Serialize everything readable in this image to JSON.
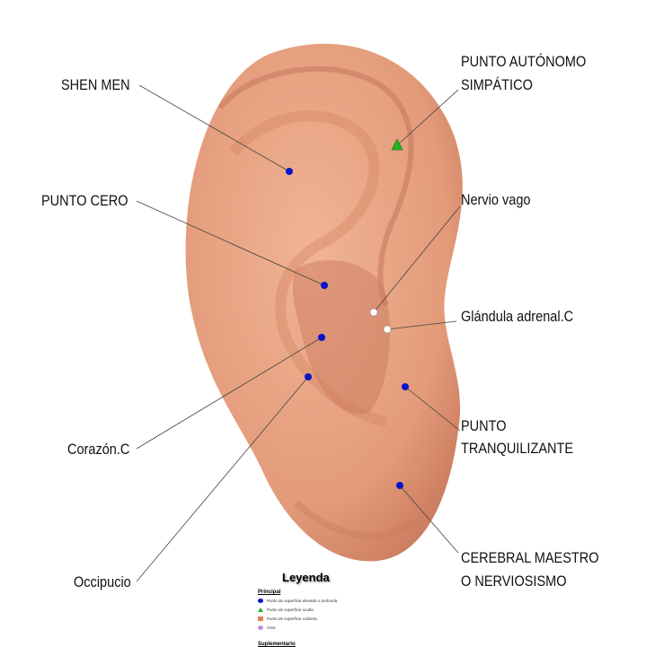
{
  "labels": {
    "shen_men": "SHEN MEN",
    "punto_cero": "PUNTO CERO",
    "corazon": "Corazón.C",
    "occipucio": "Occipucio",
    "autonomo_1": "PUNTO AUTÓNOMO",
    "autonomo_2": "SIMPÁTICO",
    "nervio_vago": "Nervio vago",
    "adrenal": "Glándula adrenal.C",
    "tranq_1": "PUNTO",
    "tranq_2": "TRANQUILIZANTE",
    "cerebral_1": "CEREBRAL MAESTRO",
    "cerebral_2": "O NERVIOSISMO"
  },
  "legend": {
    "title": "Leyenda",
    "section": "Principal",
    "items": [
      {
        "label": "Punto de superficie elevada o profunda",
        "color": "#0a14c8",
        "shape": "circle"
      },
      {
        "label": "Punto de superficie oculta",
        "color": "#22b422",
        "shape": "triangle"
      },
      {
        "label": "Punto de superficie cubierta",
        "color": "#e0805a",
        "shape": "square"
      },
      {
        "label": "Área",
        "color": "#c98be0",
        "shape": "ellipse"
      }
    ],
    "section2": "Suplementario"
  },
  "colors": {
    "skin": "#e9a383",
    "skin_dark": "#c9765a",
    "point_blue": "#0a14c8",
    "point_green": "#22b422",
    "point_white": "#ffffff"
  }
}
